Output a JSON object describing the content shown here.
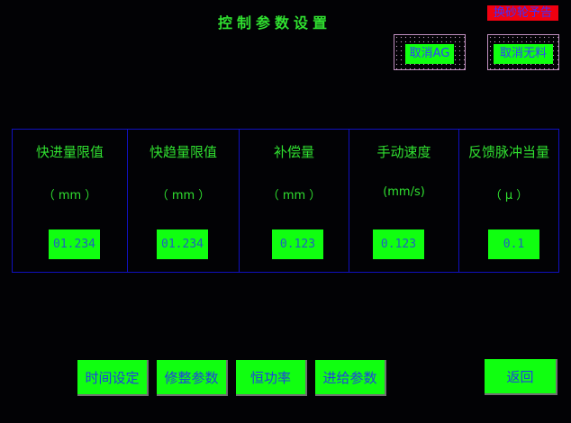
{
  "header": {
    "title": "控制参数设置",
    "alarm": "换砂轮予告"
  },
  "top_buttons": {
    "cancel_ag": "取消AG",
    "cancel_material": "取消无料"
  },
  "params": [
    {
      "label": "快进量限值",
      "unit": "（ mm ）",
      "value": "01.234"
    },
    {
      "label": "快趋量限值",
      "unit": "（ mm ）",
      "value": "01.234"
    },
    {
      "label": "补偿量",
      "unit": "（ mm ）",
      "value": "0.123"
    },
    {
      "label": "手动速度",
      "unit": "(mm/s)",
      "value": "0.123"
    },
    {
      "label": "反馈脉冲当量",
      "unit": "（ μ ）",
      "value": "0.1"
    }
  ],
  "bottom_buttons": {
    "time": "时间设定",
    "trim": "修整参数",
    "power": "恒功率",
    "feed": "进给参数",
    "back": "返回"
  }
}
